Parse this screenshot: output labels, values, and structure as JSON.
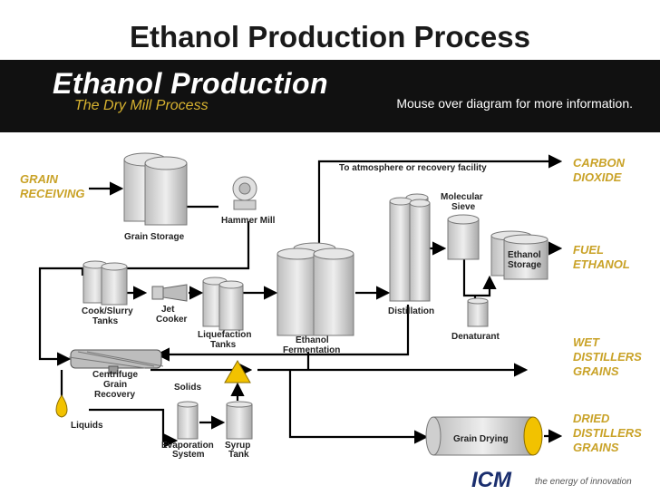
{
  "slide_title": "Ethanol Production Process",
  "banner": {
    "title": "Ethanol Production",
    "subtitle": "The Dry Mill Process",
    "hint": "Mouse over diagram for more information."
  },
  "inputs_outputs": {
    "grain_receiving": [
      "GRAIN",
      "RECEIVING"
    ],
    "carbon_dioxide": [
      "CARBON",
      "DIOXIDE"
    ],
    "fuel_ethanol": [
      "FUEL",
      "ETHANOL"
    ],
    "wet_grains": [
      "WET",
      "DISTILLERS",
      "GRAINS"
    ],
    "dried_grains": [
      "DRIED",
      "DISTILLERS",
      "GRAINS"
    ]
  },
  "labels": {
    "grain_storage": [
      "Grain Storage"
    ],
    "hammer_mill": [
      "Hammer Mill"
    ],
    "cook_slurry": [
      "Cook/Slurry",
      "Tanks"
    ],
    "jet_cooker": [
      "Jet",
      "Cooker"
    ],
    "liquefaction": [
      "Liquefaction",
      "Tanks"
    ],
    "fermentation": [
      "Ethanol",
      "Fermentation"
    ],
    "atmosphere": [
      "To atmosphere or recovery facility"
    ],
    "molecular_sieve": [
      "Molecular",
      "Sieve"
    ],
    "distillation": [
      "Distillation"
    ],
    "ethanol_storage": [
      "Ethanol",
      "Storage"
    ],
    "denaturant": [
      "Denaturant"
    ],
    "centrifuge": [
      "Centrifuge",
      "Grain",
      "Recovery"
    ],
    "solids": [
      "Solids"
    ],
    "liquids": [
      "Liquids"
    ],
    "evaporation": [
      "Evaporation",
      "System"
    ],
    "syrup_tank": [
      "Syrup",
      "Tank"
    ],
    "grain_drying": [
      "Grain Drying"
    ]
  },
  "footer": {
    "logo": "ICM",
    "tagline": "the energy of innovation"
  },
  "colors": {
    "accent_gold": "#c9a227",
    "banner_bg": "#111111",
    "tank_gray": "#d7d7d7",
    "drop_yellow": "#f2c200"
  }
}
